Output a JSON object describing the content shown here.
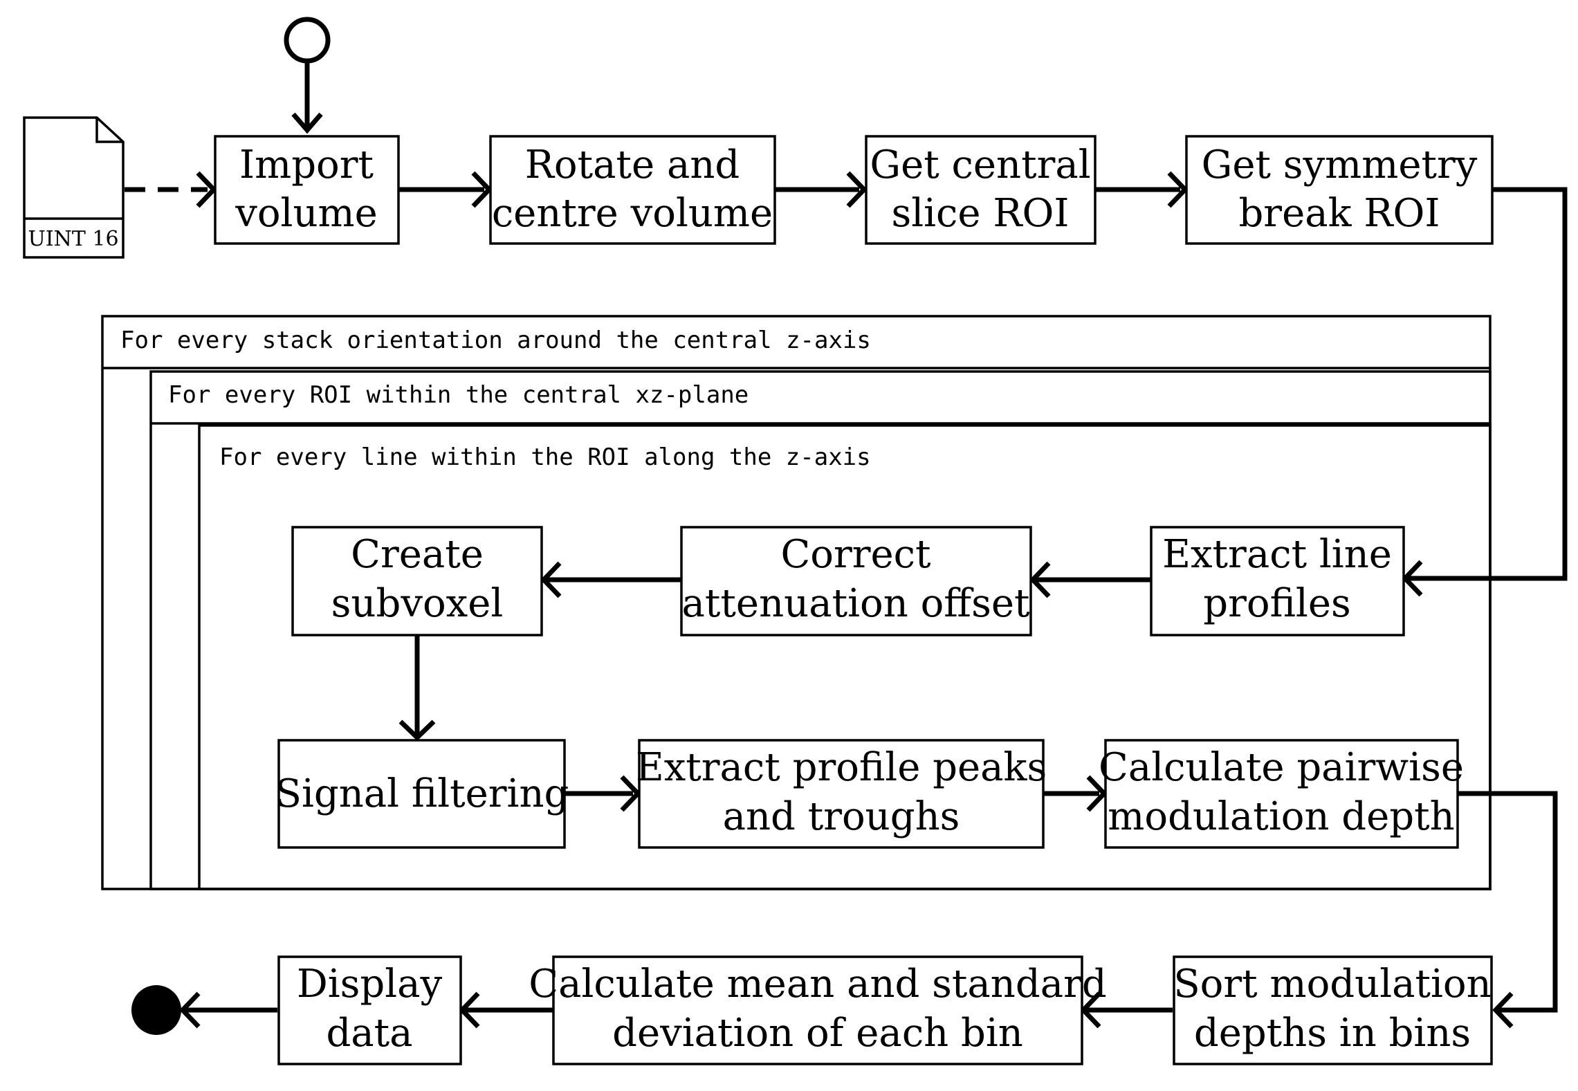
{
  "file_icon": {
    "label": "UINT 16"
  },
  "boxes": {
    "import_volume": [
      "Import",
      "volume"
    ],
    "rotate_centre": [
      "Rotate and",
      "centre volume"
    ],
    "central_slice": [
      "Get central",
      "slice ROI"
    ],
    "symmetry_break": [
      "Get symmetry",
      "break ROI"
    ],
    "extract_line": [
      "Extract line",
      "profiles"
    ],
    "correct_attenuation": [
      "Correct",
      "attenuation offset"
    ],
    "create_subvoxel": [
      "Create",
      "subvoxel"
    ],
    "signal_filtering": [
      "Signal filtering"
    ],
    "extract_peaks": [
      "Extract profile peaks",
      "and troughs"
    ],
    "pairwise_depth": [
      "Calculate pairwise",
      "modulation depth"
    ],
    "sort_depths": [
      "Sort modulation",
      "depths in bins"
    ],
    "mean_std": [
      "Calculate mean and standard",
      "deviation of each bin"
    ],
    "display_data": [
      "Display",
      "data"
    ]
  },
  "loops": {
    "outer": "For every stack orientation around the central z-axis",
    "middle": "For every ROI within the central xz-plane",
    "inner": "For every line within the ROI along the z-axis"
  }
}
